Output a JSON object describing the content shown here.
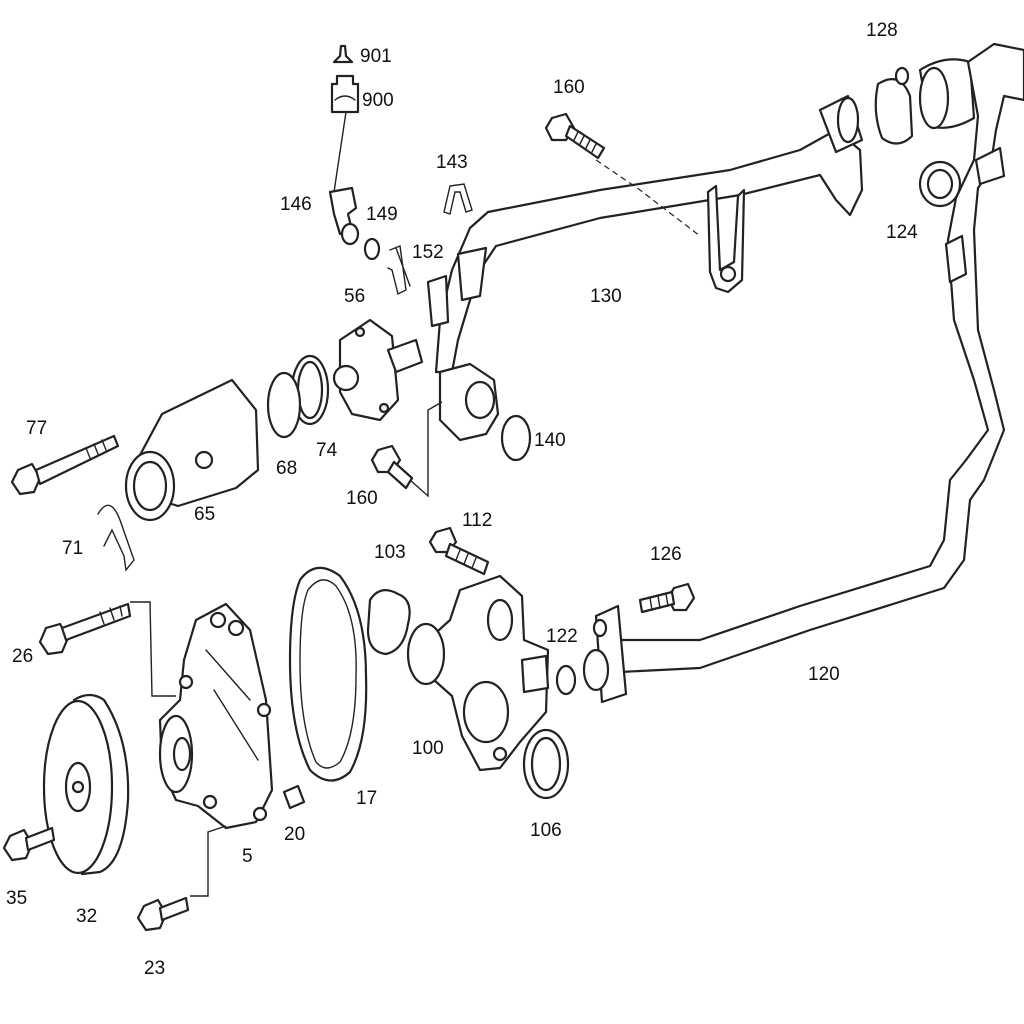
{
  "colors": {
    "line": "#222222",
    "background": "#ffffff",
    "text": "#111111"
  },
  "parts": {
    "p901": "901",
    "p900": "900",
    "p160a": "160",
    "p128": "128",
    "p143": "143",
    "p146": "146",
    "p149": "149",
    "p152": "152",
    "p124": "124",
    "p56": "56",
    "p130": "130",
    "p77": "77",
    "p140": "140",
    "p68": "68",
    "p74": "74",
    "p160b": "160",
    "p65": "65",
    "p112": "112",
    "p71": "71",
    "p103": "103",
    "p126": "126",
    "p26": "26",
    "p122": "122",
    "p120": "120",
    "p100": "100",
    "p17": "17",
    "p20": "20",
    "p106": "106",
    "p5": "5",
    "p35": "35",
    "p32": "32",
    "p23": "23"
  }
}
